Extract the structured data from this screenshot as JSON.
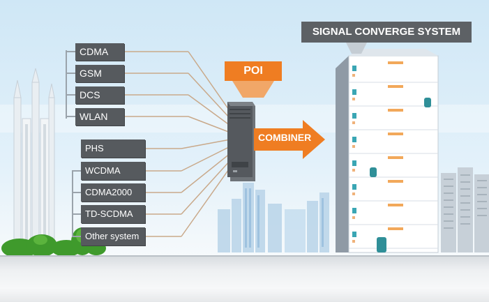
{
  "title": "SIGNAL CONVERGE SYSTEM",
  "poi_label": "POI",
  "combiner_label": "COMBINER",
  "systems_group_1": [
    "CDMA",
    "GSM",
    "DCS",
    "WLAN"
  ],
  "systems_group_2": [
    "PHS",
    "WCDMA",
    "CDMA2000",
    "TD-SCDMA",
    "Other system"
  ],
  "colors": {
    "accent_orange": "#ef7d22",
    "tag_gray": "#565a5e",
    "title_gray": "#5d6165",
    "icon_teal": "#3aa6b4"
  }
}
